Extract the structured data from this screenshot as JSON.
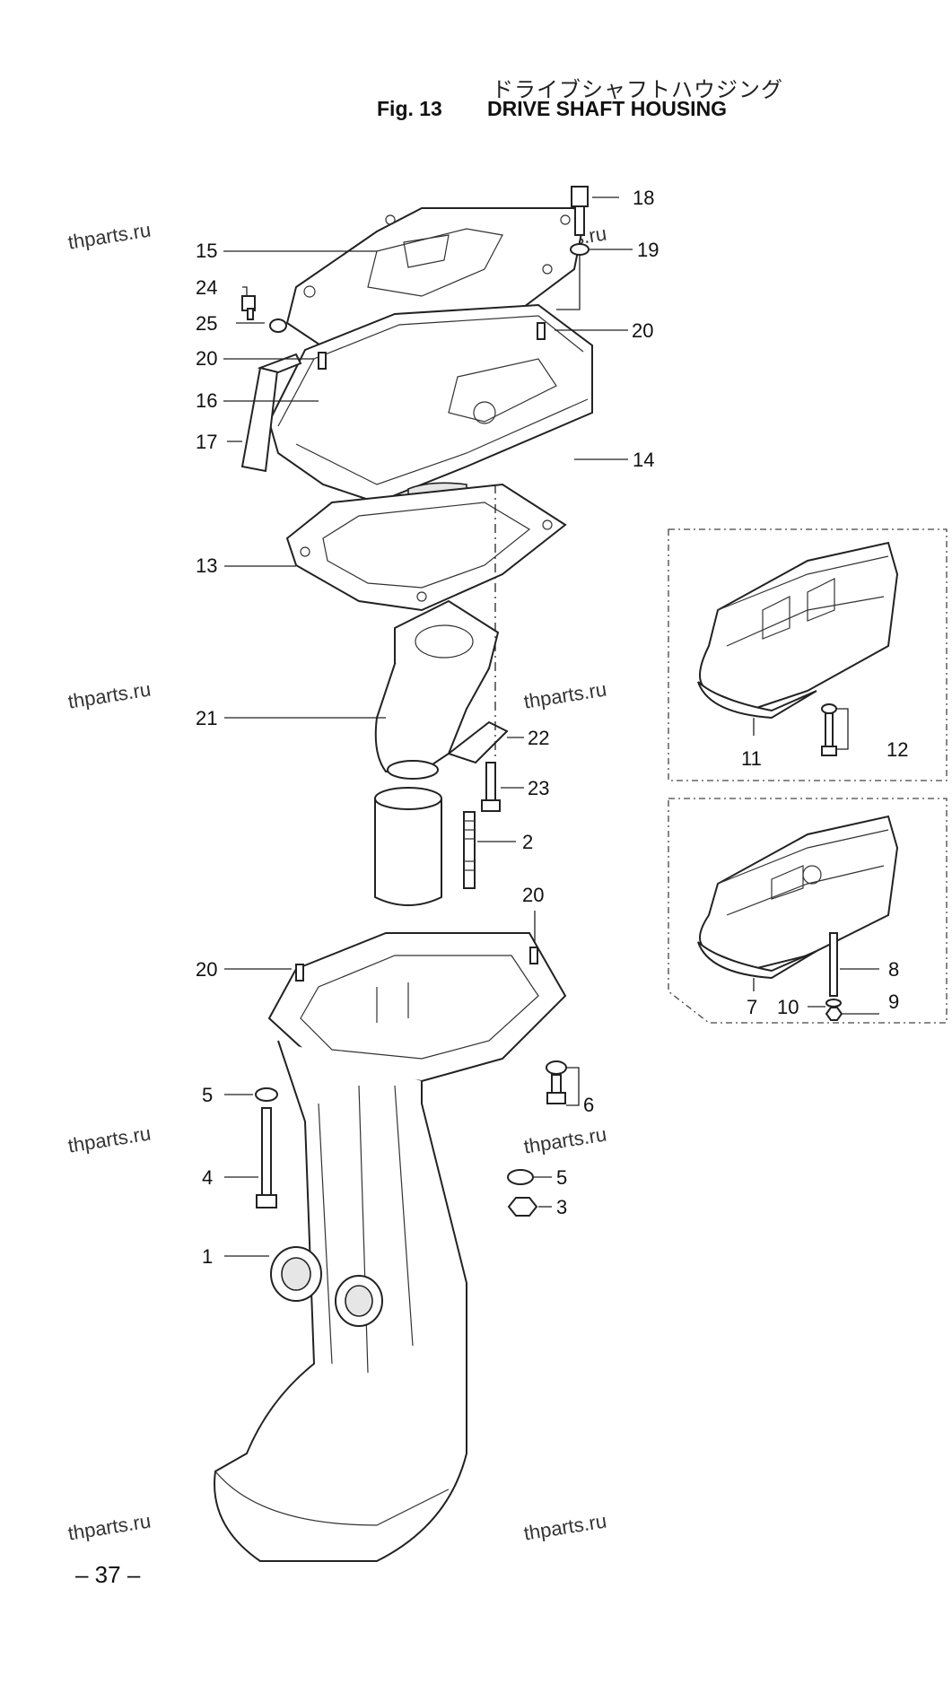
{
  "header": {
    "title_jp": "ドライブシャフトハウジング",
    "fig_label": "Fig. 13",
    "fig_title": "DRIVE SHAFT HOUSING"
  },
  "watermark": "thparts.ru",
  "page_number": "– 37 –",
  "callouts": {
    "c1": "1",
    "c2": "2",
    "c3": "3",
    "c4": "4",
    "c5a": "5",
    "c5b": "5",
    "c6": "6",
    "c7": "7",
    "c8": "8",
    "c9": "9",
    "c10": "10",
    "c11": "11",
    "c12": "12",
    "c13": "13",
    "c14": "14",
    "c15": "15",
    "c16": "16",
    "c17": "17",
    "c18": "18",
    "c19": "19",
    "c20a": "20",
    "c20b": "20",
    "c20c": "20",
    "c20d": "20",
    "c21": "21",
    "c22": "22",
    "c23": "23",
    "c24": "24",
    "c25": "25"
  }
}
